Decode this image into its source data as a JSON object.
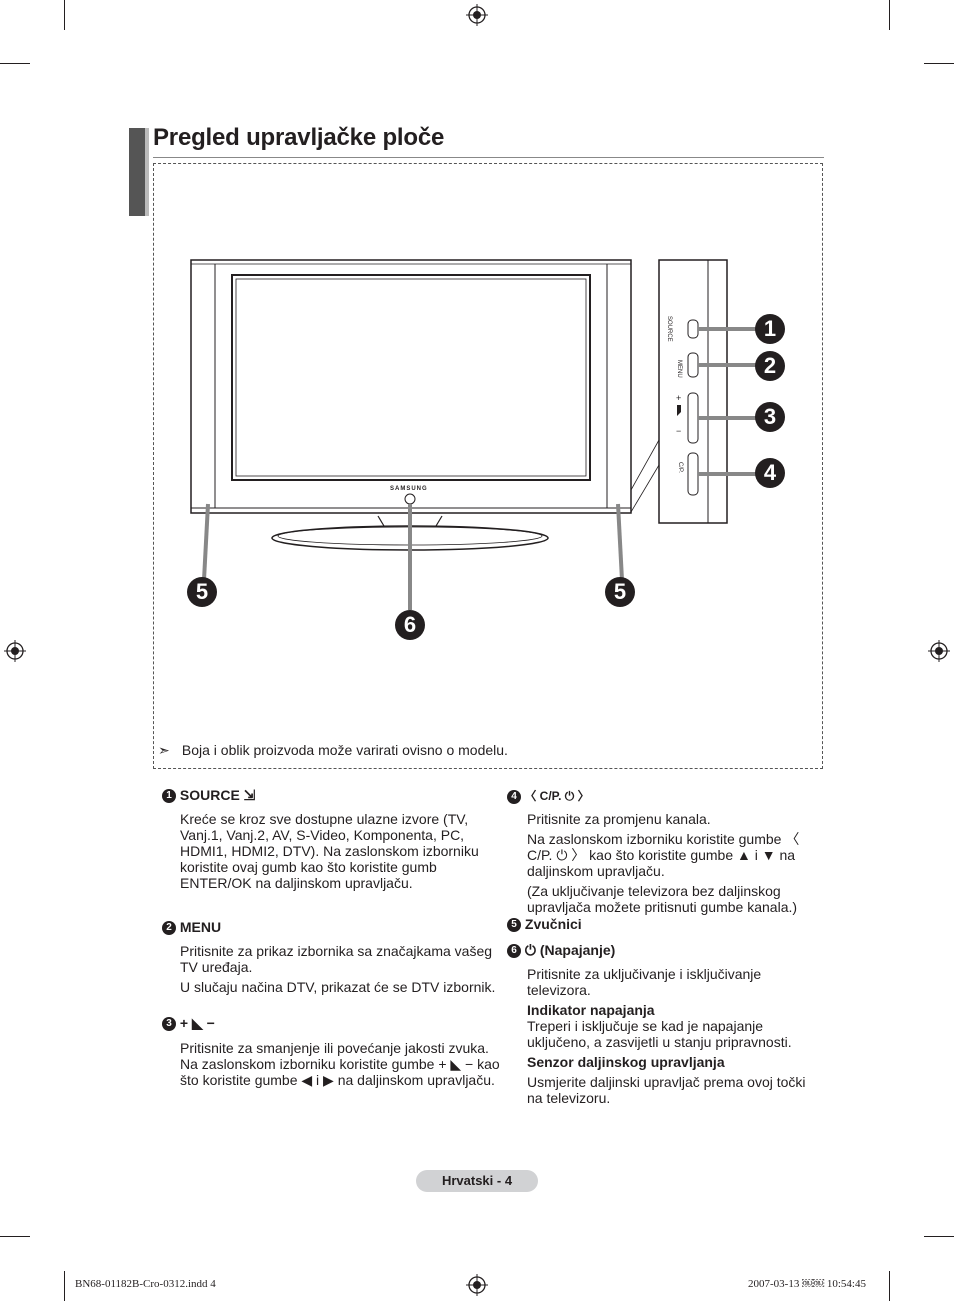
{
  "page": {
    "title": "Pregled upravljačke ploče",
    "note": "Boja i oblik proizvoda može varirati ovisno o modelu.",
    "footer": "Hrvatski - 4",
    "slug_left": "BN68-01182B-Cro-0312.indd   4",
    "slug_right": "2007-03-13   ￼￼ 10:54:45"
  },
  "diagram": {
    "brand": "SAMSUNG",
    "callouts": [
      "1",
      "2",
      "3",
      "4",
      "5",
      "5",
      "6"
    ],
    "side_labels": [
      "SOURCE",
      "MENU",
      "+",
      "−",
      "C/P."
    ]
  },
  "items": [
    {
      "num": "1",
      "head": "SOURCE ⇲",
      "body": "Kreće se kroz sve dostupne ulazne izvore (TV, Vanj.1, Vanj.2, AV, S-Video, Komponenta, PC, HDMI1, HDMI2, DTV). Na zaslonskom izborniku koristite ovaj gumb kao što koristite gumb ENTER/OK na daljinskom upravljaču."
    },
    {
      "num": "2",
      "head": "MENU",
      "body1": "Pritisnite za prikaz izbornika sa značajkama vašeg TV uređaja.",
      "body2": "U slučaju načina DTV, prikazat će se DTV izbornik."
    },
    {
      "num": "3",
      "head": "+ ◣ −",
      "body": "Pritisnite za smanjenje ili povećanje jakosti zvuka. Na zaslonskom izborniku koristite gumbe + ◣ − kao što koristite gumbe ◀ i ▶ na daljinskom upravljaču."
    },
    {
      "num": "4",
      "head": "〈 C/P. ⏻ 〉",
      "body1": "Pritisnite za promjenu kanala.",
      "body2": "Na zaslonskom izborniku koristite gumbe 〈 C/P. ⏻ 〉 kao što koristite gumbe ▲ i ▼ na daljinskom upravljaču.",
      "body3": "(Za uključivanje televizora bez daljinskog upravljača možete pritisnuti gumbe kanala.)"
    },
    {
      "num": "5",
      "head": "Zvučnici"
    },
    {
      "num": "6",
      "head": "⏻ (Napajanje)",
      "body1": "Pritisnite za uključivanje i isključivanje televizora.",
      "sub1": "Indikator napajanja",
      "body2": "Treperi i isključuje se kad je napajanje uključeno, a zasvijetli u stanju pripravnosti.",
      "sub2": "Senzor daljinskog upravljanja",
      "body3": "Usmjerite daljinski upravljač prema ovoj točki na televizoru."
    }
  ]
}
